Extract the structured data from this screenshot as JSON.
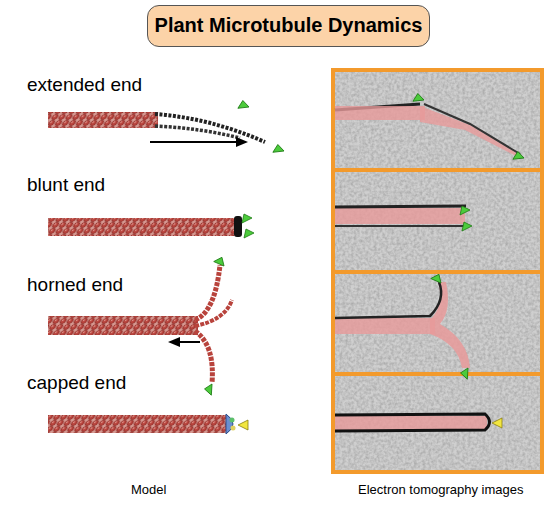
{
  "diagram": {
    "title": "Plant Microtubule Dynamics",
    "labels": [
      "extended end",
      "blunt end",
      "horned end",
      "capped end",
      "Model",
      "Electron tomography images"
    ]
  }
}
